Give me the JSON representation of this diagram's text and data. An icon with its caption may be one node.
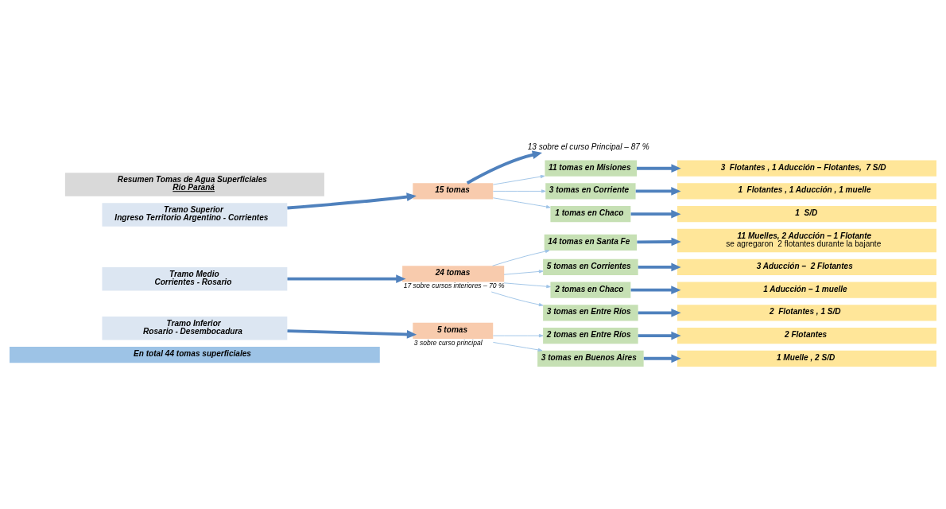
{
  "diagram": {
    "nodes": [
      {
        "text": [
          "Resumen Tomas de Agua Superficiales",
          "Río Paraná"
        ]
      },
      {
        "text": [
          "Tramo Superior",
          "Ingreso Territorio Argentino - Corrientes"
        ]
      },
      {
        "text": [
          "15 tomas"
        ]
      },
      {
        "text": [
          "13 sobre el curso Principal – 87 %"
        ]
      },
      {
        "text": [
          "11 tomas en Misiones"
        ]
      },
      {
        "text": [
          "3  Flotantes , 1 Aducción – Flotantes,  7 S/D"
        ]
      },
      {
        "text": [
          "3 tomas en Corriente"
        ]
      },
      {
        "text": [
          "1  Flotantes , 1 Aducción , 1 muelle"
        ]
      },
      {
        "text": [
          "1 tomas en Chaco"
        ]
      },
      {
        "text": [
          "1  S/D"
        ]
      },
      {
        "text": [
          "Tramo Medio",
          "Corrientes - Rosario"
        ]
      },
      {
        "text": [
          "24 tomas"
        ],
        "beside": [
          "17 sobre cursos interiores – 70 %"
        ]
      },
      {
        "text": [
          "14 tomas en Santa Fe"
        ]
      },
      {
        "text": [
          "11 Muelles, 2 Aducción – 1 Flotante",
          "se agregaron  2 flotantes durante la bajante"
        ]
      },
      {
        "text": [
          "5 tomas en Corrientes"
        ]
      },
      {
        "text": [
          "3 Aducción –  2 Flotantes"
        ]
      },
      {
        "text": [
          "2 tomas en Chaco"
        ]
      },
      {
        "text": [
          "1 Aducción – 1 muelle"
        ]
      },
      {
        "text": [
          "3 tomas en Entre Ríos"
        ]
      },
      {
        "text": [
          "2  Flotantes , 1 S/D"
        ]
      },
      {
        "text": [
          "Tramo Inferior",
          "Rosario - Desembocadura"
        ]
      },
      {
        "text": [
          "5 tomas"
        ],
        "beside": [
          "3 sobre curso principal"
        ]
      },
      {
        "text": [
          "2 tomas en Entre Ríos"
        ]
      },
      {
        "text": [
          "2 Flotantes"
        ]
      },
      {
        "text": [
          "3 tomas en Buenos Aires"
        ]
      },
      {
        "text": [
          "1 Muelle , 2 S/D"
        ]
      },
      {
        "text": [
          "En total 44 tomas superficiales"
        ]
      }
    ],
    "edges": [
      {
        "from": 1,
        "to": 2,
        "arrow": "to"
      },
      {
        "from": 2,
        "to": 3,
        "arrow": "to"
      },
      {
        "from": 2,
        "to": 4,
        "arrow": "to",
        "color": "#9dc3e6"
      },
      {
        "from": 2,
        "to": 6,
        "arrow": "to",
        "color": "#9dc3e6"
      },
      {
        "from": 2,
        "to": 8,
        "arrow": "to",
        "color": "#9dc3e6"
      },
      {
        "from": 4,
        "to": 5,
        "arrow": "to"
      },
      {
        "from": 6,
        "to": 7,
        "arrow": "to"
      },
      {
        "from": 8,
        "to": 9,
        "arrow": "to"
      },
      {
        "from": 10,
        "to": 11,
        "arrow": "to"
      },
      {
        "from": 11,
        "to": 12,
        "arrow": "to",
        "color": "#9dc3e6"
      },
      {
        "from": 11,
        "to": 14,
        "arrow": "to",
        "color": "#9dc3e6"
      },
      {
        "from": 11,
        "to": 16,
        "arrow": "to",
        "color": "#9dc3e6"
      },
      {
        "from": 11,
        "to": 18,
        "arrow": "to",
        "color": "#9dc3e6"
      },
      {
        "from": 12,
        "to": 13,
        "arrow": "to"
      },
      {
        "from": 14,
        "to": 15,
        "arrow": "to"
      },
      {
        "from": 16,
        "to": 17,
        "arrow": "to"
      },
      {
        "from": 18,
        "to": 19,
        "arrow": "to"
      },
      {
        "from": 20,
        "to": 21,
        "arrow": "to"
      },
      {
        "from": 21,
        "to": 22,
        "arrow": "to",
        "color": "#9dc3e6"
      },
      {
        "from": 21,
        "to": 24,
        "arrow": "to",
        "color": "#9dc3e6"
      },
      {
        "from": 22,
        "to": 23,
        "arrow": "to"
      },
      {
        "from": 24,
        "to": 25,
        "arrow": "to"
      }
    ]
  }
}
